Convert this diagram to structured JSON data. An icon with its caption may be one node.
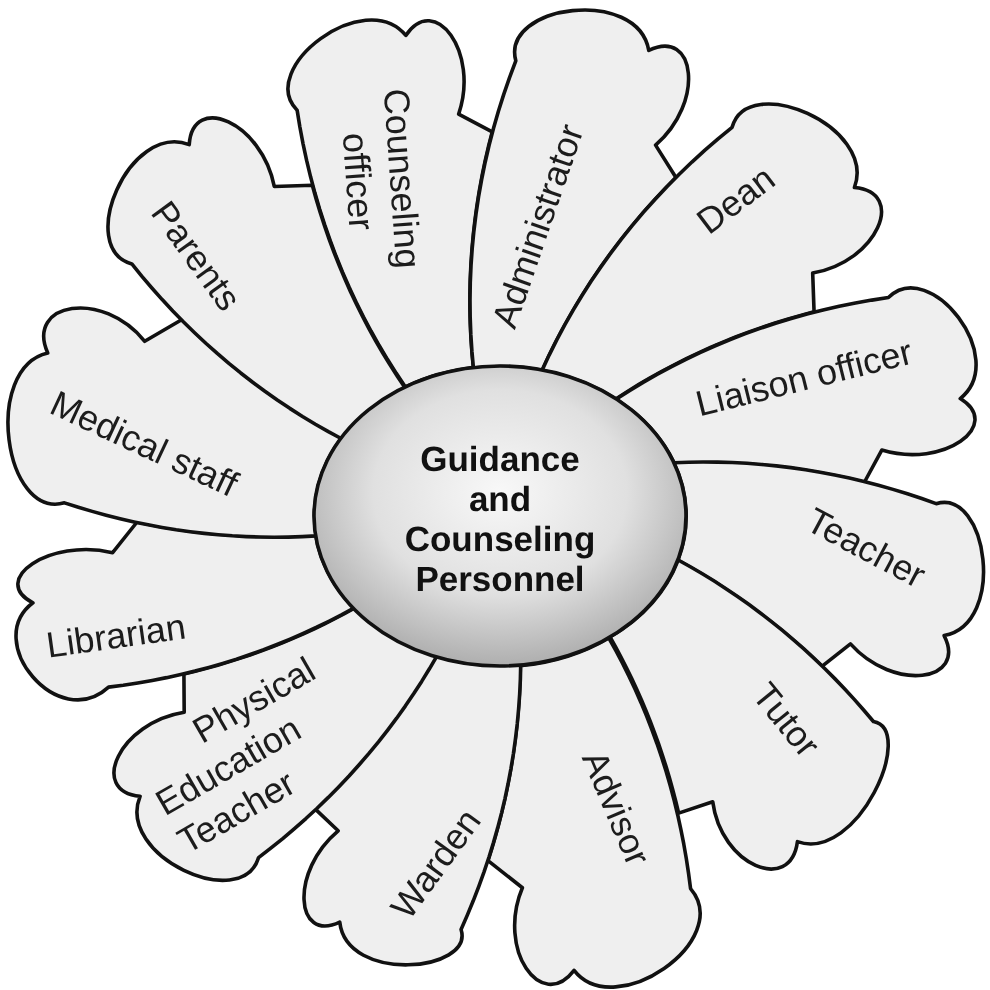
{
  "diagram": {
    "nodes": [
      {
        "text": [
          "Guidance and Counseling Personnel"
        ]
      },
      {
        "text": [
          "Counseling officer"
        ]
      },
      {
        "text": [
          "Administrator"
        ]
      },
      {
        "text": [
          "Dean"
        ]
      },
      {
        "text": [
          "Liaison officer"
        ]
      },
      {
        "text": [
          "Teacher"
        ]
      },
      {
        "text": [
          "Tutor"
        ]
      },
      {
        "text": [
          "Advisor"
        ]
      },
      {
        "text": [
          "Warden"
        ]
      },
      {
        "text": [
          "Physical Education Teacher"
        ]
      },
      {
        "text": [
          "Librarian"
        ]
      },
      {
        "text": [
          "Medical staff"
        ]
      },
      {
        "text": [
          "Parents"
        ]
      }
    ]
  }
}
